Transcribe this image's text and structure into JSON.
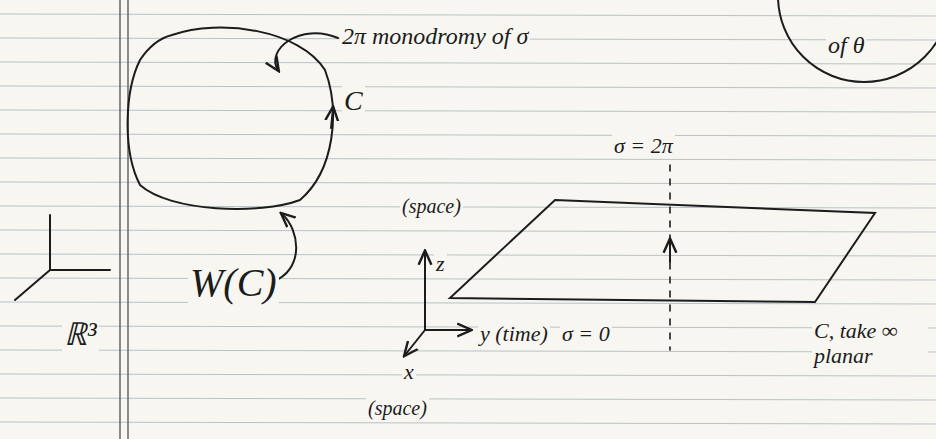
{
  "diagram": {
    "nodes": [
      {
        "text": [
          "of θ"
        ]
      }
    ],
    "labels": [
      "2π monodromy of σ",
      "C",
      "W(C)",
      "ℝ³",
      "σ = 2π",
      "(space)",
      "z",
      "y (time)",
      "σ = 0",
      "x",
      "(space)",
      "C, take ∞ planar"
    ]
  }
}
